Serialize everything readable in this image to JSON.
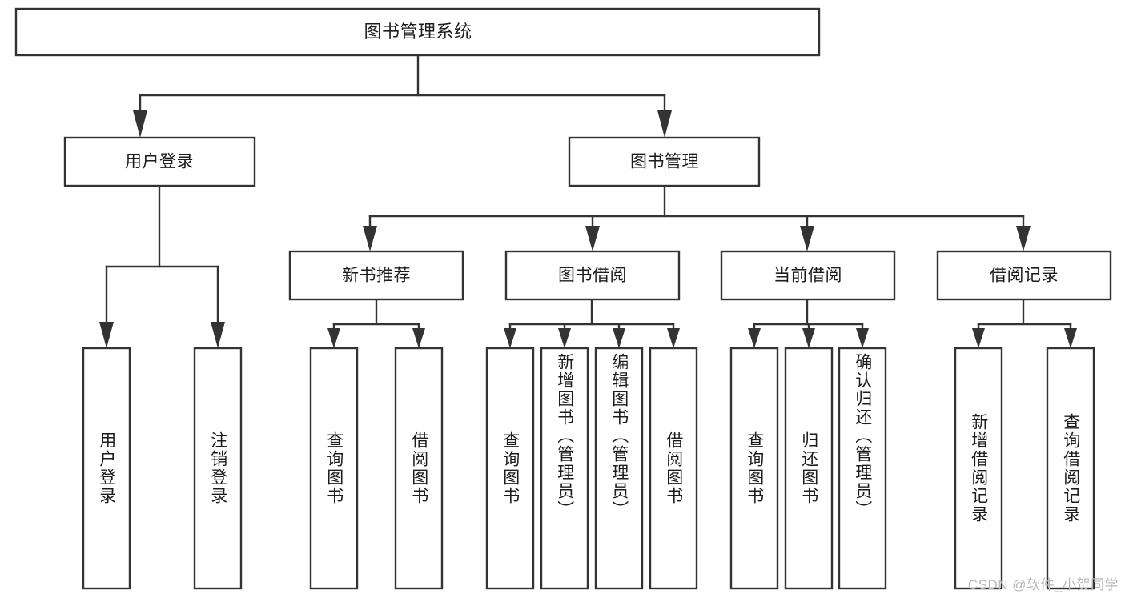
{
  "diagram": {
    "type": "tree",
    "title": "图书管理系统",
    "watermark": "CSDN @软件_小贺同学",
    "colors": {
      "stroke": "#333333",
      "box_fill": "#ffffff",
      "text": "#1c1c1c",
      "background": "#ffffff",
      "watermark": "#b9b9b9"
    },
    "root": {
      "label": "图书管理系统",
      "children": [
        {
          "label": "用户登录",
          "children": [
            {
              "label": "用户登录"
            },
            {
              "label": "注销登录"
            }
          ]
        },
        {
          "label": "图书管理",
          "children": [
            {
              "label": "新书推荐",
              "children": [
                {
                  "label": "查询图书"
                },
                {
                  "label": "借阅图书"
                }
              ]
            },
            {
              "label": "图书借阅",
              "children": [
                {
                  "label": "查询图书"
                },
                {
                  "label": "新增图书（管理员）"
                },
                {
                  "label": "编辑图书（管理员）"
                },
                {
                  "label": "借阅图书"
                }
              ]
            },
            {
              "label": "当前借阅",
              "children": [
                {
                  "label": "查询图书"
                },
                {
                  "label": "归还图书"
                },
                {
                  "label": "确认归还（管理员）"
                }
              ]
            },
            {
              "label": "借阅记录",
              "children": [
                {
                  "label": "新增借阅记录"
                },
                {
                  "label": "查询借阅记录"
                }
              ]
            }
          ]
        }
      ]
    },
    "nodes": {
      "title": {
        "label": "图书管理系统"
      },
      "level2": [
        {
          "label": "用户登录"
        },
        {
          "label": "图书管理"
        }
      ],
      "level3": [
        {
          "label": "新书推荐"
        },
        {
          "label": "图书借阅"
        },
        {
          "label": "当前借阅"
        },
        {
          "label": "借阅记录"
        }
      ],
      "leaves": [
        {
          "label": "用户登录"
        },
        {
          "label": "注销登录"
        },
        {
          "label": "查询图书"
        },
        {
          "label": "借阅图书"
        },
        {
          "label": "查询图书"
        },
        {
          "label": "新增图书（管理员）"
        },
        {
          "label": "编辑图书（管理员）"
        },
        {
          "label": "借阅图书"
        },
        {
          "label": "查询图书"
        },
        {
          "label": "归还图书"
        },
        {
          "label": "确认归还（管理员）"
        },
        {
          "label": "新增借阅记录"
        },
        {
          "label": "查询借阅记录"
        }
      ]
    }
  }
}
